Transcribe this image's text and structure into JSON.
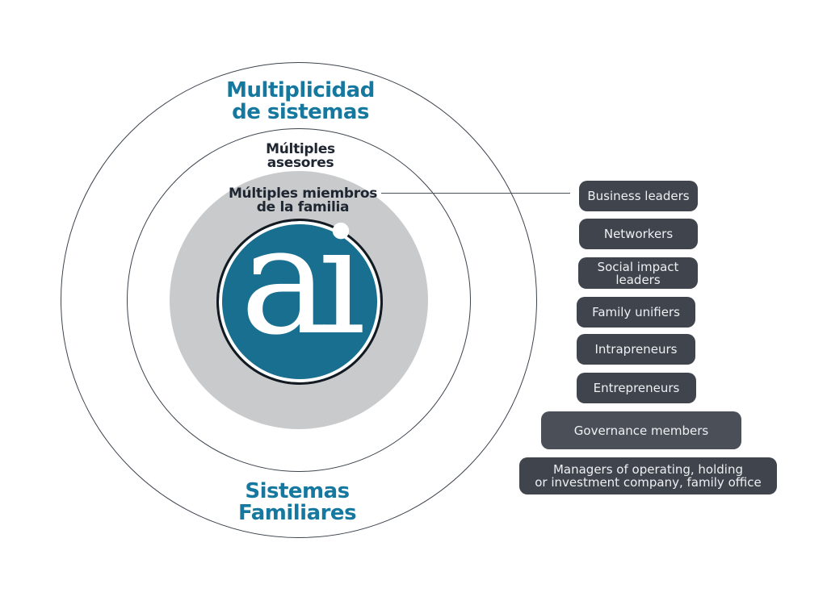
{
  "diagram": {
    "rings": {
      "outer_top_label": "Multiplicidad\nde sistemas",
      "outer_bottom_label": "Sistemas\nFamiliares",
      "middle_label": "Múltiples\nasesores",
      "inner_label": "Múltiples miembros\nde la familia"
    },
    "logo": {
      "text": "ai"
    }
  },
  "badges": [
    {
      "label": "Business leaders"
    },
    {
      "label": "Networkers"
    },
    {
      "label": "Social impact\nleaders"
    },
    {
      "label": "Family unifiers"
    },
    {
      "label": "Intrapreneurs"
    },
    {
      "label": "Entrepreneurs"
    },
    {
      "label": "Governance members"
    },
    {
      "label": "Managers of operating, holding\nor investment company, family office"
    }
  ],
  "colors": {
    "heading_teal": "#16789e",
    "logo_circle_teal": "#186f90",
    "ring_outline": "#3c434d",
    "inner_gray": "#c8cacc",
    "badge_dark": "#3f444d",
    "badge_light": "#4a4f58",
    "sublabel_dark": "#1e2632"
  }
}
